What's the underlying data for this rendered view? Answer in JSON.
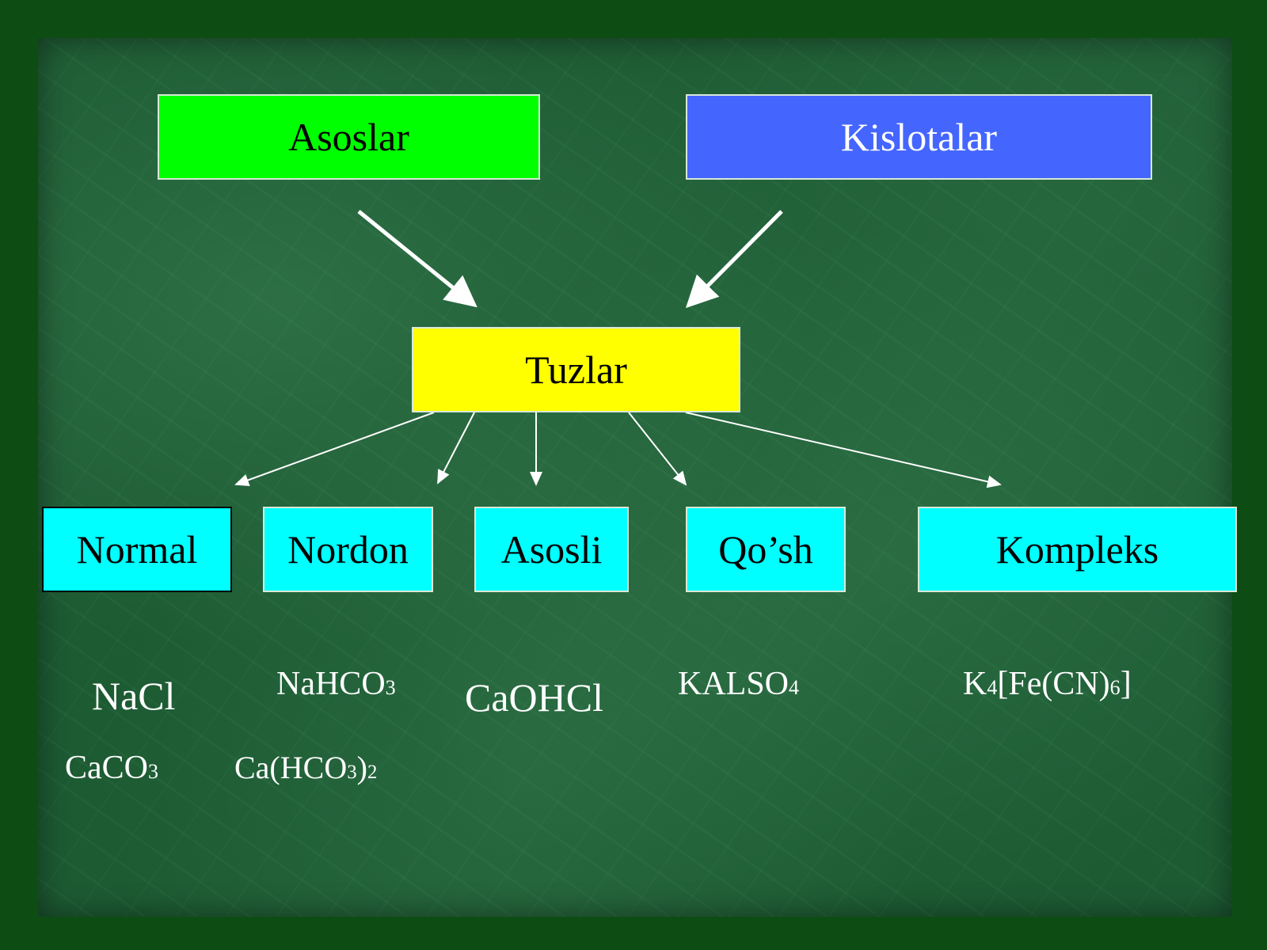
{
  "top": {
    "asoslar": "Asoslar",
    "kislotalar": "Kislotalar"
  },
  "center": {
    "tuzlar": "Tuzlar"
  },
  "categories": {
    "normal": "Normal",
    "nordon": "Nordon",
    "asosli": "Asosli",
    "qosh": "Qo’sh",
    "kompleks": "Kompleks"
  },
  "examples": {
    "nacl": "NaCl",
    "caco3": {
      "a": "CaCO",
      "s1": "3"
    },
    "nahco3": {
      "a": "NaHCO",
      "s1": "3"
    },
    "cahco32": {
      "a": "Ca(HCO",
      "s1": "3",
      "b": ")",
      "s2": "2"
    },
    "caohcl": "CaOHCl",
    "kalso4": {
      "a": "KALSO",
      "s1": "4"
    },
    "k4fecn6": {
      "a": "K",
      "s1": "4",
      "b": "[Fe(CN)",
      "s2": "6",
      "c": "]"
    }
  },
  "colors": {
    "asoslar": "#00ff00",
    "kislotalar": "#4466ff",
    "tuzlar": "#ffff00",
    "category": "#00ffff",
    "arrow": "#ffffff"
  }
}
